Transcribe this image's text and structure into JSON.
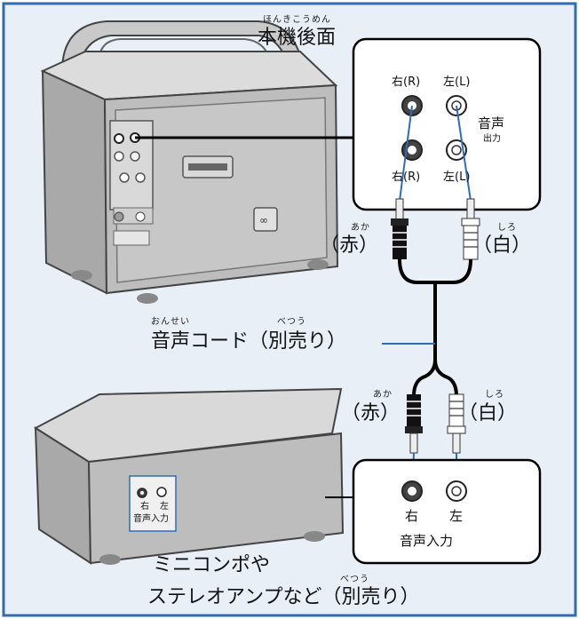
{
  "diagram": {
    "rear_panel": {
      "ruby": "ほんきこうめん",
      "label": "本機後面"
    },
    "output_jacks": {
      "top_right": "右(R)",
      "top_left": "左(L)",
      "bottom_right": "右(R)",
      "bottom_left": "左(L)",
      "audio_out": "音声",
      "audio_out_sub": "出力"
    },
    "plug_red": {
      "ruby": "あか",
      "label": "（赤）"
    },
    "plug_white": {
      "ruby": "しろ",
      "label": "（白）"
    },
    "cable": {
      "ruby_sound": "おんせい",
      "ruby_sep": "べつう",
      "label": "音声コード（別売り）"
    },
    "plug_red_2": {
      "ruby": "あか",
      "label": "（赤）"
    },
    "plug_white_2": {
      "ruby": "しろ",
      "label": "（白）"
    },
    "input_jacks": {
      "right": "右",
      "left": "左",
      "audio_in": "音声入力"
    },
    "device_panel_label": "音声入力",
    "device_label_right": "右",
    "device_label_left": "左",
    "device": {
      "line1": "ミニコンポや",
      "ruby_sep": "べつう",
      "line2": "ステレオアンプなど（別売り）"
    }
  }
}
